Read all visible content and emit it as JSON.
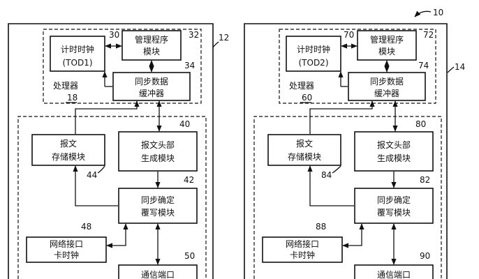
{
  "figure_ref": "10",
  "left": {
    "module_ref": "12",
    "clock": {
      "label": "计时时钟",
      "sub": "(TOD1)",
      "ref": "30"
    },
    "manager": {
      "label1": "管理程序",
      "label2": "模块",
      "ref": "32"
    },
    "buffer": {
      "label1": "同步数据",
      "label2": "缓冲器",
      "ref": "34"
    },
    "processor": {
      "label": "处理器",
      "ref": "18"
    },
    "store": {
      "label1": "报文",
      "label2": "存储模块",
      "ref": "44"
    },
    "header_gen": {
      "label1": "报文头部",
      "label2": "生成模块",
      "ref": "40"
    },
    "overwrite": {
      "label1": "同步确定",
      "label2": "覆写模块",
      "ref": "42"
    },
    "nic_clock": {
      "label1": "网络接口",
      "label2": "卡时钟",
      "ref": "48"
    },
    "comm_port": {
      "label1": "通信端口",
      "ref": "50"
    }
  },
  "right": {
    "module_ref": "14",
    "clock": {
      "label": "计时时钟",
      "sub": "(TOD2)",
      "ref": "70"
    },
    "manager": {
      "label1": "管理程序",
      "label2": "模块",
      "ref": "72"
    },
    "buffer": {
      "label1": "同步数据",
      "label2": "缓冲器",
      "ref": "74"
    },
    "processor": {
      "label": "处理器",
      "ref": "60"
    },
    "store": {
      "label1": "报文",
      "label2": "存储模块",
      "ref": "84"
    },
    "header_gen": {
      "label1": "报文头部",
      "label2": "生成模块",
      "ref": "80"
    },
    "overwrite": {
      "label1": "同步确定",
      "label2": "覆写模块",
      "ref": "82"
    },
    "nic_clock": {
      "label1": "网络接口",
      "label2": "卡时钟",
      "ref": "88"
    },
    "comm_port": {
      "label1": "通信端口",
      "ref": "90"
    }
  }
}
